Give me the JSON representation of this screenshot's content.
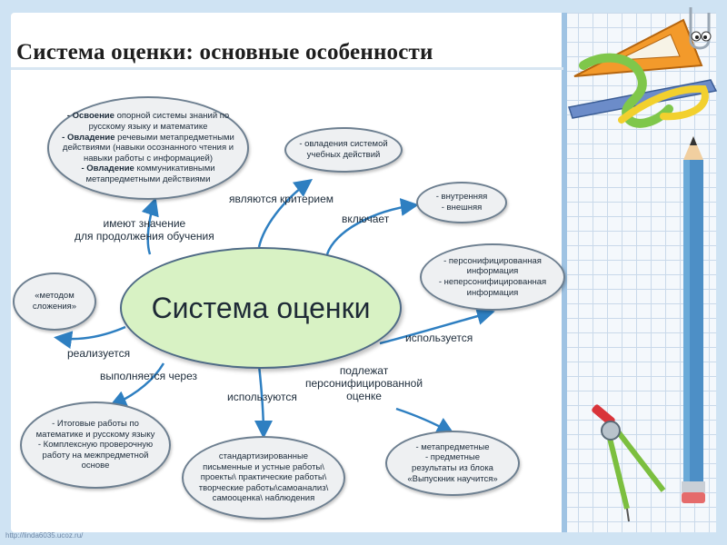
{
  "title": "Система оценки: основные особенности",
  "center": "Система оценки",
  "nodes": {
    "mastery": {
      "l1": {
        "bold": "- Освоение",
        "rest": " опорной системы знаний по"
      },
      "l2": "русскому языку и математике",
      "l3": {
        "bold": "- Овладение",
        "rest": " речевыми метапредметными"
      },
      "l4": "действиями (навыки осознанного чтения и",
      "l5": "навыки работы с информацией)",
      "l6": {
        "bold": "- Овладение",
        "rest": " коммуникативными"
      },
      "l7": "метапредметными действиями"
    },
    "criterion": {
      "l1": "- овладения системой",
      "l2": "учебных действий"
    },
    "includes": {
      "l1": "- внутренняя",
      "l2": "- внешняя"
    },
    "info": {
      "l1": "- персонифицированная",
      "l2": "информация",
      "l3": "- неперсонифицированная",
      "l4": "информация"
    },
    "method": {
      "l1": "«методом",
      "l2": "сложения»"
    },
    "final": {
      "l1": "- Итоговые работы по",
      "l2": "математике и русскому языку",
      "l3": "- Комплексную проверочную",
      "l4": "работу на межпредметной",
      "l5": "основе"
    },
    "standard": {
      "l1": "стандартизированные",
      "l2": "письменные и устные работы\\",
      "l3": "проекты\\ практические работы\\",
      "l4": "творческие работы\\самоанализ\\",
      "l5": "самооценка\\ наблюдения"
    },
    "meta": {
      "l1": "- метапредметные",
      "l2": "- предметные",
      "l3": "результаты из блока",
      "l4": "«Выпускник научится»"
    }
  },
  "labels": {
    "importance_1": "имеют значение",
    "importance_2": "для продолжения обучения",
    "criterion": "являются критерием",
    "includes": "включает",
    "used_right": "используется",
    "realized": "реализуется",
    "performed": "выполняется через",
    "used_bottom": "используются",
    "subject_1": "подлежат",
    "subject_2": "персонифицированной",
    "subject_3": "оценке"
  },
  "url": "http://linda6035.ucoz.ru/",
  "colors": {
    "arrow": "#2e7fc1",
    "center_fill": "#d8f2c4",
    "node_fill": "#eef0f2",
    "node_border": "#6d7f90"
  }
}
